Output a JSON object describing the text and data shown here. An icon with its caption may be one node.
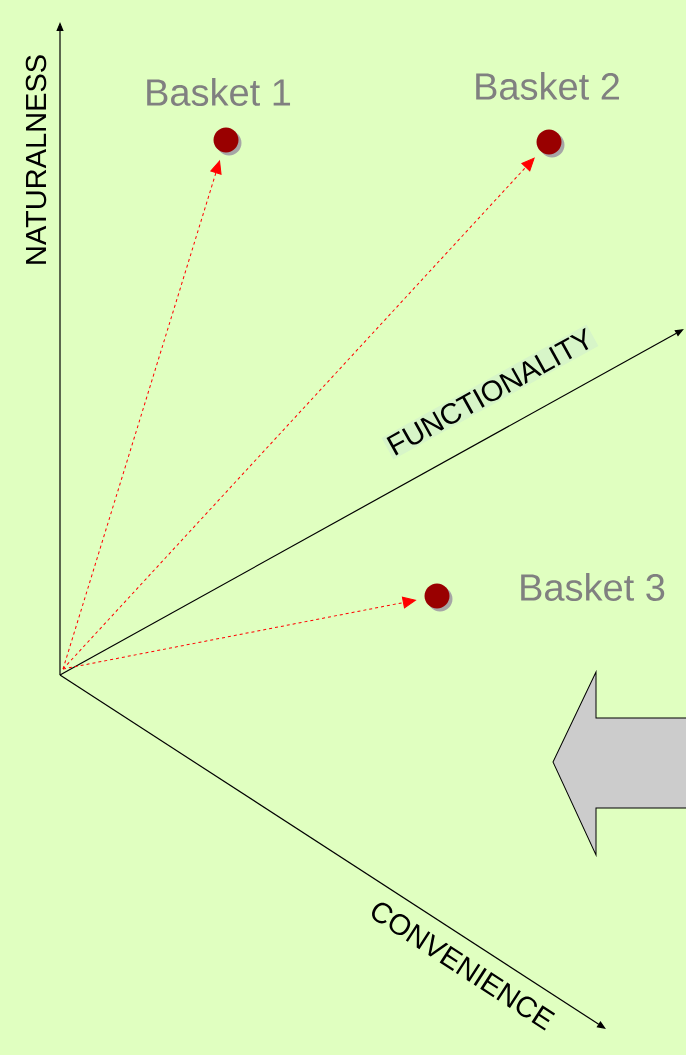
{
  "diagram": {
    "nodes": [
      {
        "text": [],
        "shape": "circle",
        "beside": [
          "Basket 1"
        ]
      },
      {
        "text": [],
        "shape": "circle",
        "beside": [
          "Basket 2"
        ]
      },
      {
        "text": [],
        "shape": "circle",
        "beside": [
          "Basket 3"
        ]
      }
    ],
    "edges": [
      {
        "from": null,
        "to": 0,
        "arrow": "to",
        "style": "dashed",
        "color": "#ff0000"
      },
      {
        "from": null,
        "to": 1,
        "arrow": "to",
        "style": "dashed",
        "color": "#ff0000"
      },
      {
        "from": null,
        "to": 2,
        "arrow": "to",
        "style": "dashed",
        "color": "#ff0000"
      }
    ],
    "labels": [
      "NATURALNESS",
      "FUNCTIONALITY",
      "CONVENIENCE"
    ]
  }
}
